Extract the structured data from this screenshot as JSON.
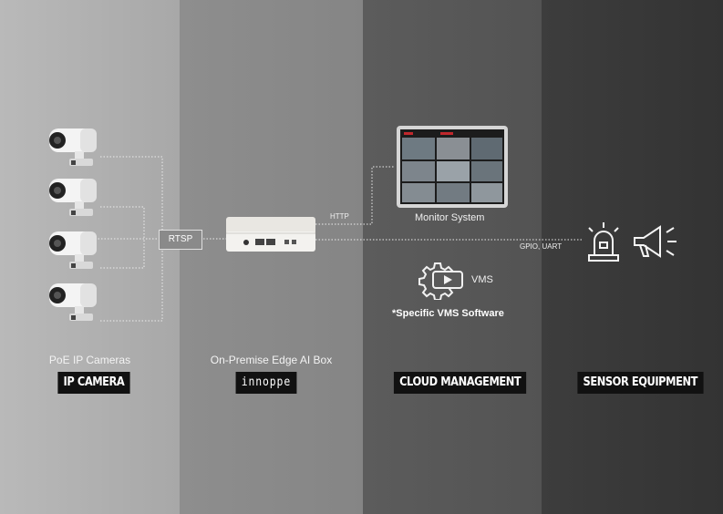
{
  "columns": [
    {
      "subtitle": "PoE IP Cameras",
      "tag": "IP CAMERA"
    },
    {
      "subtitle": "On-Premise Edge AI Box",
      "tag": "innoppe"
    },
    {
      "subtitle": "",
      "tag": "CLOUD MANAGEMENT"
    },
    {
      "subtitle": "",
      "tag": "SENSOR EQUIPMENT"
    }
  ],
  "labels": {
    "rtsp": "RTSP",
    "http": "HTTP",
    "gpio": "GPIO, UART",
    "monitor": "Monitor System",
    "vms": "VMS",
    "vms_note": "*Specific VMS Software"
  },
  "colors": {
    "tag_bg": "#111111",
    "wire": "#e8e8e8",
    "accent_red": "#c0282d"
  },
  "icons": [
    "ip-camera-icon",
    "edge-ai-box-icon",
    "monitor-icon",
    "vms-gear-icon",
    "siren-icon",
    "megaphone-icon"
  ]
}
